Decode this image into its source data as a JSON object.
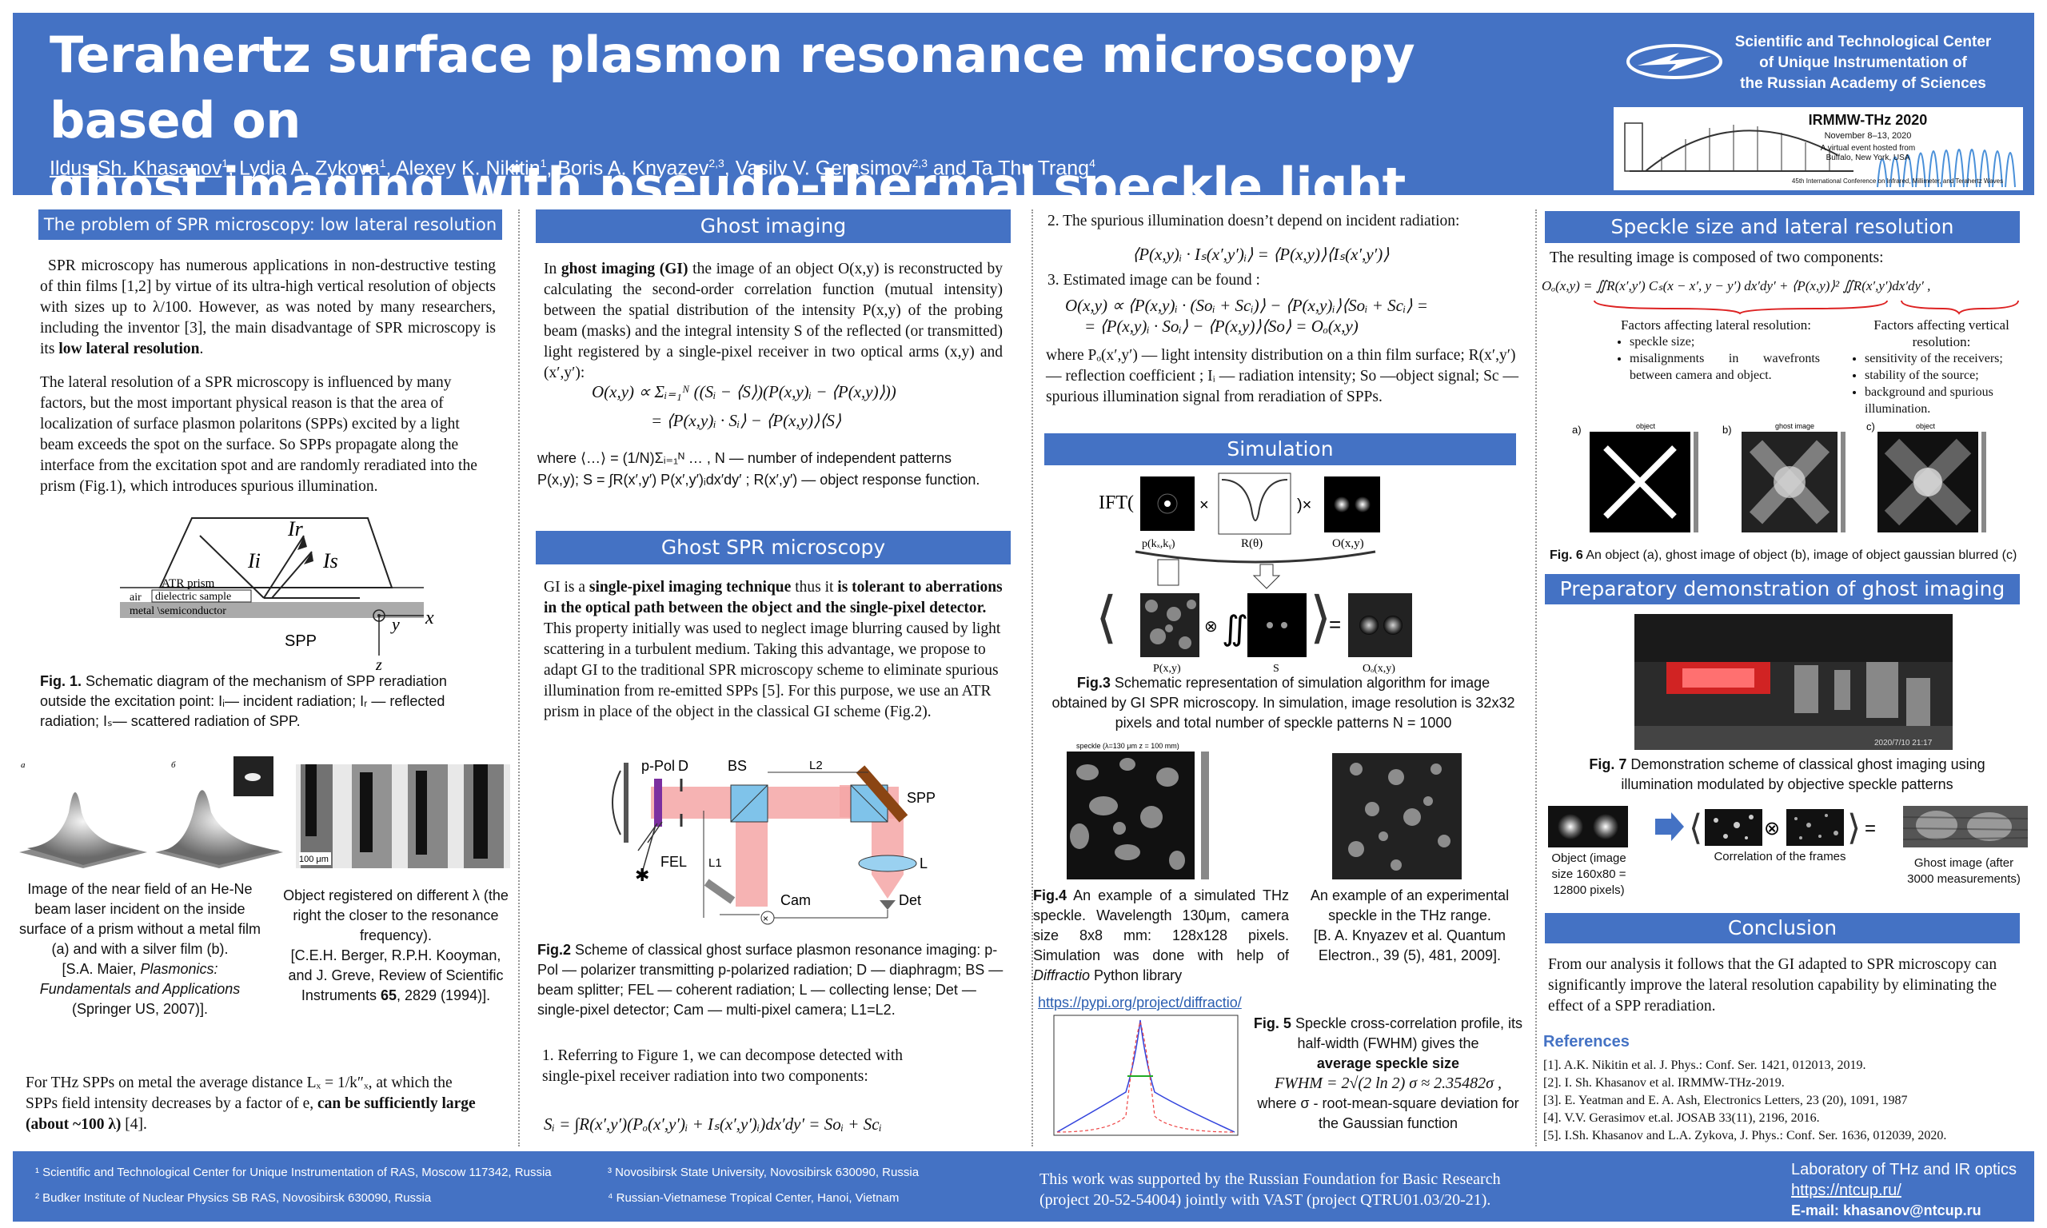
{
  "header": {
    "title_line1": "Terahertz surface plasmon resonance microscopy based on",
    "title_line2": "ghost imaging with pseudo-thermal speckle light",
    "authors": [
      {
        "name": "Ildus Sh. Khasanov",
        "aff": "1"
      },
      {
        "name": "Lydia A. Zykova",
        "aff": "1"
      },
      {
        "name": "Alexey K. Nikitin",
        "aff": "1"
      },
      {
        "name": "Boris A. Knyazev",
        "aff": "2,3"
      },
      {
        "name": "Vasily V. Gerasimov",
        "aff": "2,3"
      },
      {
        "name": "Ta Thu Trang",
        "aff": "4"
      }
    ],
    "center_line1": "Scientific and Technological Center",
    "center_line2": "of Unique Instrumentation of",
    "center_line3": "the Russian Academy of Sciences",
    "conf_name": "IRMMW-THz 2020",
    "conf_dates": "November 8–13, 2020",
    "conf_sub1": "A virtual event hosted from",
    "conf_sub2": "Buffalo, New York, USA",
    "conf_footer": "45th International Conference on Infrared, Millimeter, and Terahertz Waves"
  },
  "col1": {
    "heading": "The problem of SPR microscopy: low lateral resolution",
    "p1": "SPR microscopy has numerous applications in non-destructive testing of thin films [1,2] by virtue of its ultra-high vertical resolution of objects with sizes up to λ/100. However, as was noted by many researchers, including the inventor [3], the main disadvantage of SPR microscopy is its",
    "p1_bold": "low lateral resolution",
    "p2": "The lateral resolution of a SPR microscopy is influenced by many factors, but the most important physical reason is that the area of localization of surface plasmon polaritons (SPPs) excited by a light beam exceeds the spot on the surface. So SPPs propagate along the interface from the excitation spot and are randomly reradiated into the prism  (Fig.1), which introduces spurious illumination.",
    "fig1_labels": {
      "prism": "ATR prism",
      "air": "air",
      "dielectric": "dielectric sample",
      "metal": "metal \\semiconductor",
      "spp": "SPP",
      "ii": "Ii",
      "ir": "Ir",
      "is": "Is",
      "x": "x",
      "y": "y",
      "z": "z"
    },
    "fig1_caption_bold": "Fig. 1.",
    "fig1_caption": "Schematic diagram of the mechanism of SPP reradiation outside the excitation point:  Iᵢ— incident radiation;  Iᵣ — reflected radiation;  Iₛ— scattered radiation of SPP.",
    "img_a_label": "a",
    "img_b_label": "б",
    "scale_label": "100 μm",
    "near_field_caption": "Image of the near field of an He-Ne beam laser incident on the inside surface of a prism without a metal film (a) and with a silver film (b).",
    "near_field_ref1": "[S.A. Maier,",
    "near_field_ref_italic": "Plasmonics: Fundamentals and Applications",
    "near_field_ref2": "(Springer US, 2007)].",
    "object_caption": "Object registered on different λ (the right the closer to the resonance frequency).",
    "object_ref": "[C.E.H. Berger, R.P.H. Kooyman, and J. Greve, Review of Scientific Instruments",
    "object_ref_bold": "65",
    "object_ref_end": ", 2829 (1994)].",
    "p3": "For THz SPPs on metal the average distance Lₓ = 1/k″ₓ, at which the SPPs field intensity decreases by a factor of e,",
    "p3_bold": "can be sufficiently large (about ~100 λ)",
    "p3_end": " [4]."
  },
  "col2": {
    "heading_gi": "Ghost imaging",
    "gi_p1_start": "In",
    "gi_p1_bold": "ghost imaging (GI)",
    "gi_p1": "the image of an object O(x,y) is reconstructed by calculating the second-order correlation function (mutual intensity) between the spatial distribution of the intensity P(x,y) of the probing beam (masks) and the integral intensity S of the reflected (or transmitted) light registered by a single-pixel receiver in two optical arms (x,y) and (x′,y′):",
    "gi_formula1": "O(x,y) ∝ Σᵢ₌₁ᴺ ((Sᵢ − ⟨S⟩)(P(x,y)ᵢ − ⟨P(x,y)⟩))",
    "gi_formula2": "= ⟨P(x,y)ᵢ · Sᵢ⟩ − ⟨P(x,y)⟩⟨S⟩",
    "gi_where1": "where ⟨…⟩ = (1/N)Σᵢ₌₁ᴺ … , N — number of independent patterns",
    "gi_where2": "P(x,y); S = ∫R(x′,y′) P(x′,y′)ᵢdx′dy′ ; R(x′,y′) — object response function.",
    "heading_gspr": "Ghost SPR microscopy",
    "gspr_p1_start": "GI is a",
    "gspr_p1_bold1": "single-pixel imaging technique",
    "gspr_p1_mid": "thus it",
    "gspr_p1_bold2": "is tolerant to aberrations in the optical path between the object and the single-pixel detector.",
    "gspr_p1": "This property initially was used to neglect image blurring caused by light scattering in a turbulent medium. Taking this advantage, we propose to adapt GI to the traditional SPR microscopy scheme to eliminate spurious illumination from re-emitted SPPs [5]. For this purpose, we use an ATR prism in place of the object in the classical GI scheme (Fig.2).",
    "fig2_labels": {
      "ppol": "p-Pol",
      "d": "D",
      "bs": "BS",
      "l2": "L2",
      "spp": "SPP",
      "fel": "FEL",
      "l1": "L1",
      "l": "L",
      "cam": "Cam",
      "det": "Det"
    },
    "fig2_caption_bold": "Fig.2",
    "fig2_caption": "Scheme of classical ghost surface plasmon resonance imaging: p-Pol — polarizer transmitting p-polarized radiation; D — diaphragm; BS — beam splitter; FEL — coherent radiation; L — collecting lense; Det — single-pixel detector;  Cam — multi-pixel camera; L1=L2.",
    "list1": "1.  Referring to Figure 1, we can decompose detected with single-pixel receiver radiation into two components:",
    "formula_si": "Sᵢ = ∫R(x′,y′)(Pₒ(x′,y′)ᵢ + Iₛ(x′,y′)ᵢ)dx′dy′ = Soᵢ + Scᵢ"
  },
  "col3": {
    "list2": "2. The spurious illumination doesn’t depend on incident radiation:",
    "formula2": "⟨P(x,y)ᵢ · Iₛ(x′,y′)ᵢ⟩ = ⟨P(x,y)⟩⟨Iₛ(x′,y′)⟩",
    "list3": "3. Estimated image can be found :",
    "formula3a": "O(x,y) ∝ ⟨P(x,y)ᵢ · (Soᵢ + Scᵢ)⟩ − ⟨P(x,y)ᵢ⟩⟨Soᵢ + Scᵢ⟩ =",
    "formula3b": "= ⟨P(x,y)ᵢ · Soᵢ⟩ − ⟨P(x,y)⟩⟨So⟩ = Oₒ(x,y)",
    "where_text": "where  Pₒ(x′,y′) — light intensity distribution on a thin film surface; R(x′,y′)— reflection coefficient ;  Iᵢ — radiation intensity; So —object signal; Sc —  spurious illumination signal from reradiation of SPPs.",
    "heading_sim": "Simulation",
    "sim_labels": {
      "ift": "IFT(",
      "pk": "p(kₓ,kᵧ)",
      "rtheta": "R(θ)",
      "oxy": "O(x,y)",
      "pxy": "P(x,y)",
      "s": "S",
      "ooxy": "Oₒ(x,y)",
      "times": "×",
      "close": ")×",
      "eq": "="
    },
    "fig3_caption_bold": "Fig.3",
    "fig3_caption": "Schematic representation of simulation algorithm for image obtained by GI SPR microscopy. In simulation, image resolution is 32x32 pixels and total number of speckle patterns N = 1000",
    "speckle_title": "speckle (λ=130 μm z = 100 mm)",
    "fig4_caption_bold": "Fig.4",
    "fig4_caption": "An example of a simulated THz speckle. Wavelength 130μm, camera size 8x8 mm: 128x128 pixels. Simulation was done with help of",
    "fig4_italic": "Diffractio",
    "fig4_end": "Python library",
    "fig4_link": "https://pypi.org/project/diffractio/",
    "exp_caption": "An example of an experimental speckle in the THz range.",
    "exp_ref": "[B. A. Knyazev et al. Quantum Electron., 39 (5), 481, 2009].",
    "fig5_caption_bold": "Fig. 5",
    "fig5_caption": "Speckle cross-correlation profile, its half-width (FWHM) gives the",
    "fig5_bold": "average speckle size",
    "fwhm": "FWHM = 2√(2 ln 2) σ ≈ 2.35482σ ,",
    "fwhm_where": "where σ - root-mean-square deviation for the Gaussian function"
  },
  "col4": {
    "heading_speckle": "Speckle size and lateral resolution",
    "speckle_intro": "The resulting image is composed of two components:",
    "formula_oo": "Oₒ(x,y) = ∬R(x′,y′) Cₛ(x − x′, y − y′) dx′dy′ + ⟨P(x,y)⟩² ∬R(x′,y′)dx′dy′ ,",
    "lateral_title": "Factors affecting lateral resolution:",
    "lateral_items": [
      "speckle size;",
      "misalignments in wavefronts between camera and object."
    ],
    "vertical_title": "Factors affecting vertical resolution:",
    "vertical_items": [
      "sensitivity of the receivers;",
      "stability of the source;",
      "background and spurious illumination."
    ],
    "fig6_panels": [
      "a)",
      "b)",
      "c)"
    ],
    "fig6_titles": [
      "object",
      "ghost image",
      "object"
    ],
    "fig6_caption_bold": "Fig. 6",
    "fig6_caption": "An object (a), ghost image of object (b), image of object gaussian blurred (c)",
    "heading_demo": "Preparatory demonstration of ghost imaging",
    "photo_timestamp": "2020/7/10  21:17",
    "fig7_caption_bold": "Fig. 7",
    "fig7_caption": "Demonstration scheme of classical ghost imaging using illumination modulated by objective speckle patterns",
    "demo_object": "Object (image size 160x80 = 12800 pixels)",
    "demo_corr": "Correlation of the frames",
    "demo_ghost": "Ghost image (after 3000 measurements)",
    "heading_concl": "Conclusion",
    "concl_text": "From our analysis it follows that the GI adapted to SPR microscopy can significantly improve the lateral resolution capability by eliminating the effect of a SPP reradiation.",
    "refs_heading": "References",
    "refs": [
      "[1]. A.K. Nikitin et al. J. Phys.: Conf. Ser. 1421, 012013, 2019.",
      "[2]. I. Sh. Khasanov et al. IRMMW-THz-2019.",
      "[3]. E. Yeatman and E. A. Ash, Electronics Letters, 23 (20), 1091, 1987",
      "[4]. V.V. Gerasimov et.al. JOSAB 33(11), 2196, 2016.",
      "[5]. I.Sh. Khasanov and L.A. Zykova, J. Phys.: Conf. Ser. 1636, 012039, 2020."
    ]
  },
  "footer": {
    "aff1": "¹ Scientific and Technological Center for Unique Instrumentation of RAS, Moscow 117342, Russia",
    "aff2": "² Budker Institute of Nuclear Physics SB RAS, Novosibirsk 630090, Russia",
    "aff3": "³ Novosibirsk State University, Novosibirsk 630090, Russia",
    "aff4": "⁴ Russian-Vietnamese Tropical Center, Hanoi, Vietnam",
    "support1": "This work was supported by the Russian Foundation for Basic Research",
    "support2": "(project 20-52-54004) jointly with VAST (project QTRU01.03/20-21).",
    "lab": "Laboratory of THz and IR optics",
    "link": "https://ntcup.ru/",
    "email": "E-mail: khasanov@ntcup.ru"
  },
  "colors": {
    "accent": "#4472c4",
    "beam": "#f4a6a6",
    "prism": "#8b4513"
  }
}
